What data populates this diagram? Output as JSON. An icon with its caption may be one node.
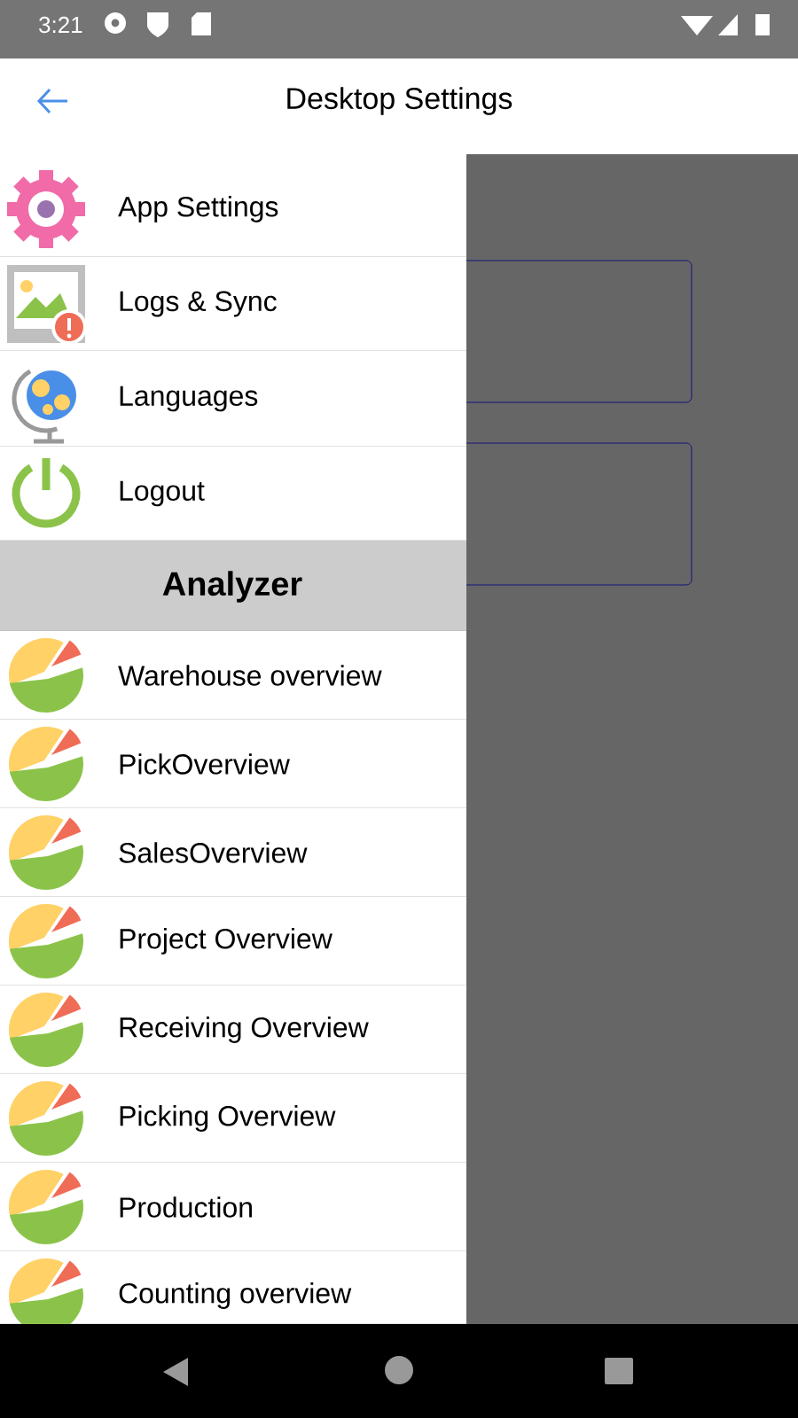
{
  "diagram": {
    "title": "Desktop Settings",
    "labels": [
      "3:21",
      "App Settings",
      "Logs & Sync",
      "Languages",
      "Logout",
      "Analyzer",
      "Warehouse overview",
      "PickOverview",
      "SalesOverview",
      "Project Overview",
      "Receiving Overview",
      "Picking Overview",
      "Production",
      "Counting overview"
    ]
  }
}
